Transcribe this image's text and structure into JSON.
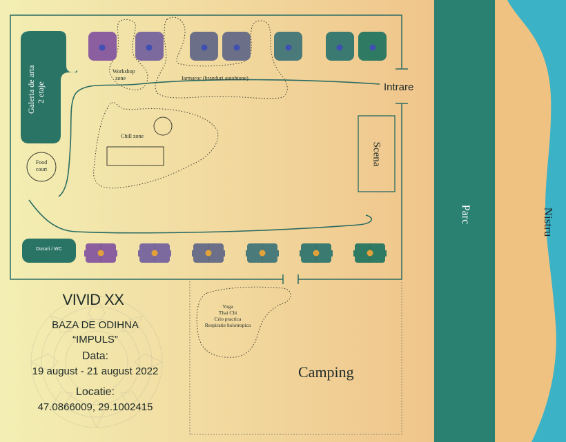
{
  "map": {
    "colors": {
      "ground_left": "#f1edb0",
      "ground_right": "#f0c88c",
      "outline": "#2a6b62",
      "park": "#2a8071",
      "river": "#3cb2c6",
      "building": "#2a7466",
      "dots_top": "#3f4fb2",
      "dots_bottom": "#e3a13a",
      "stall_purple": "#8b5ea0",
      "stall_violet": "#7c6a9e",
      "stall_slate": "#6b7088",
      "stall_teal_grey": "#4a7a7a",
      "stall_teal": "#3a7a70",
      "stall_green": "#2f7a62"
    },
    "labels": {
      "park": "Parc",
      "river": "Nistru",
      "gallery_line1": "Galeria de arta",
      "gallery_line2": "2 etaje",
      "food_line1": "Food",
      "food_line2": "court",
      "workshop_line1": "Workshop",
      "workshop_line2": "zone",
      "market": "Iarmaroc (branduri autohtone)",
      "chill": "Chill zone",
      "entrance": "Intrare",
      "stage": "Scena",
      "showers": "Dusuri / WC",
      "yoga_line1": "Yoga",
      "yoga_line2": "Thai Chi",
      "yoga_line3": "Crio practica",
      "yoga_line4": "Respiratie holotropica",
      "camping": "Camping"
    },
    "event": {
      "title": "VIVID XX",
      "venue_line1": "BAZA DE ODIHNA",
      "venue_line2": "“IMPULS”",
      "date_label": "Data:",
      "date_value": "19 august - 21 august 2022",
      "location_label": "Locatie:",
      "location_value": "47.0866009, 29.1002415"
    }
  }
}
